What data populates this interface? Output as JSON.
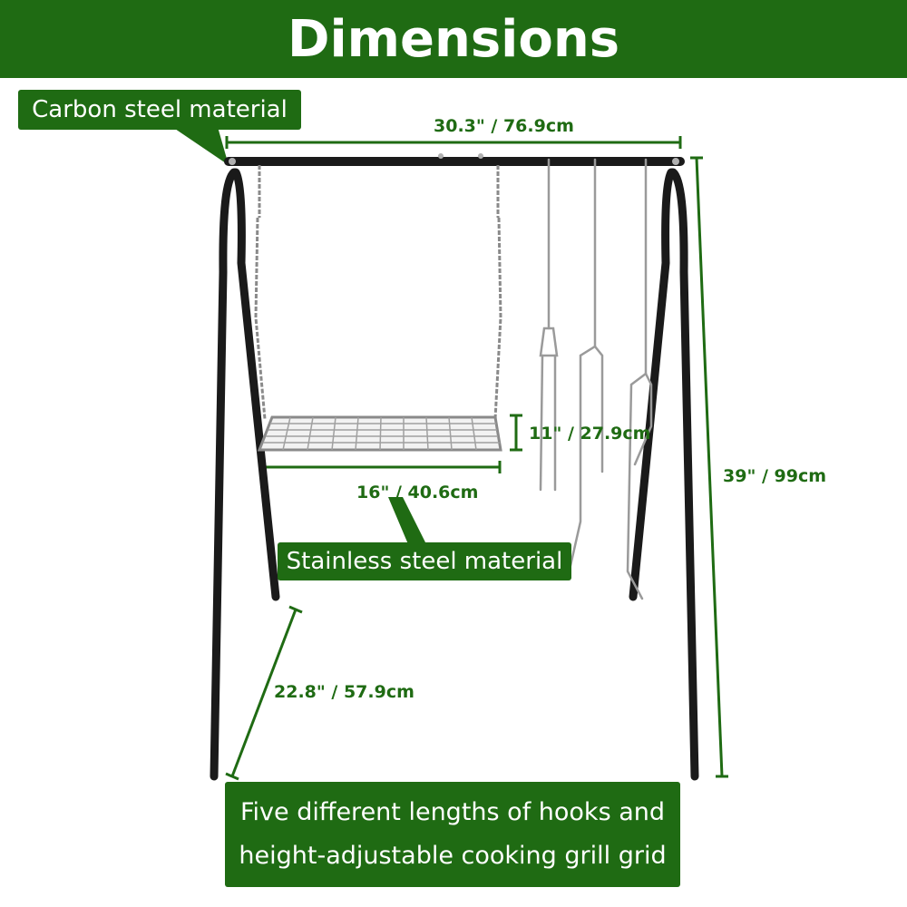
{
  "banner": {
    "title": "Dimensions"
  },
  "labels": {
    "carbon": "Carbon steel material",
    "stainless": "Stainless steel material",
    "bottom_line1": "Five different lengths of hooks and",
    "bottom_line2": "height-adjustable cooking grill grid"
  },
  "dimensions": {
    "width": "30.3\" / 76.9cm",
    "grid_height": "11\" / 27.9cm",
    "grid_width": "16\" / 40.6cm",
    "total_height": "39\" / 99cm",
    "leg_length": "22.8\" / 57.9cm"
  },
  "colors": {
    "brand_green": "#1f6b13",
    "frame_black": "#1a1a1a",
    "steel": "#9a9a9a"
  }
}
